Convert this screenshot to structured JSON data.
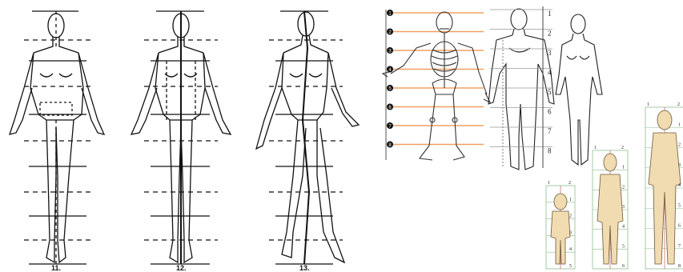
{
  "fashion_figures": [
    {
      "label": "11."
    },
    {
      "label": "12."
    },
    {
      "label": "13."
    }
  ],
  "skeleton_chart": {
    "markers": [
      "1",
      "2",
      "3",
      "4",
      "5",
      "6",
      "7",
      "8"
    ],
    "accent_color": "#f0a060"
  },
  "anatomy_chart": {
    "numbers": [
      "1",
      "2",
      "3",
      "4",
      "5",
      "6",
      "7",
      "8"
    ]
  },
  "children_chart": {
    "small_child": {
      "top_marks": [
        "1",
        "2"
      ],
      "side_numbers": [
        "1",
        "2",
        "3",
        "4",
        "5"
      ]
    },
    "medium_child": {
      "top_marks": [
        "1",
        "2"
      ],
      "side_numbers": [
        "1",
        "2",
        "3",
        "4",
        "5",
        "6"
      ]
    },
    "adult": {
      "top_marks": [
        "1",
        "2"
      ],
      "side_numbers": [
        "1",
        "2",
        "3",
        "4",
        "5",
        "6",
        "7",
        "8"
      ]
    },
    "skin_color": "#f0dcb0"
  }
}
